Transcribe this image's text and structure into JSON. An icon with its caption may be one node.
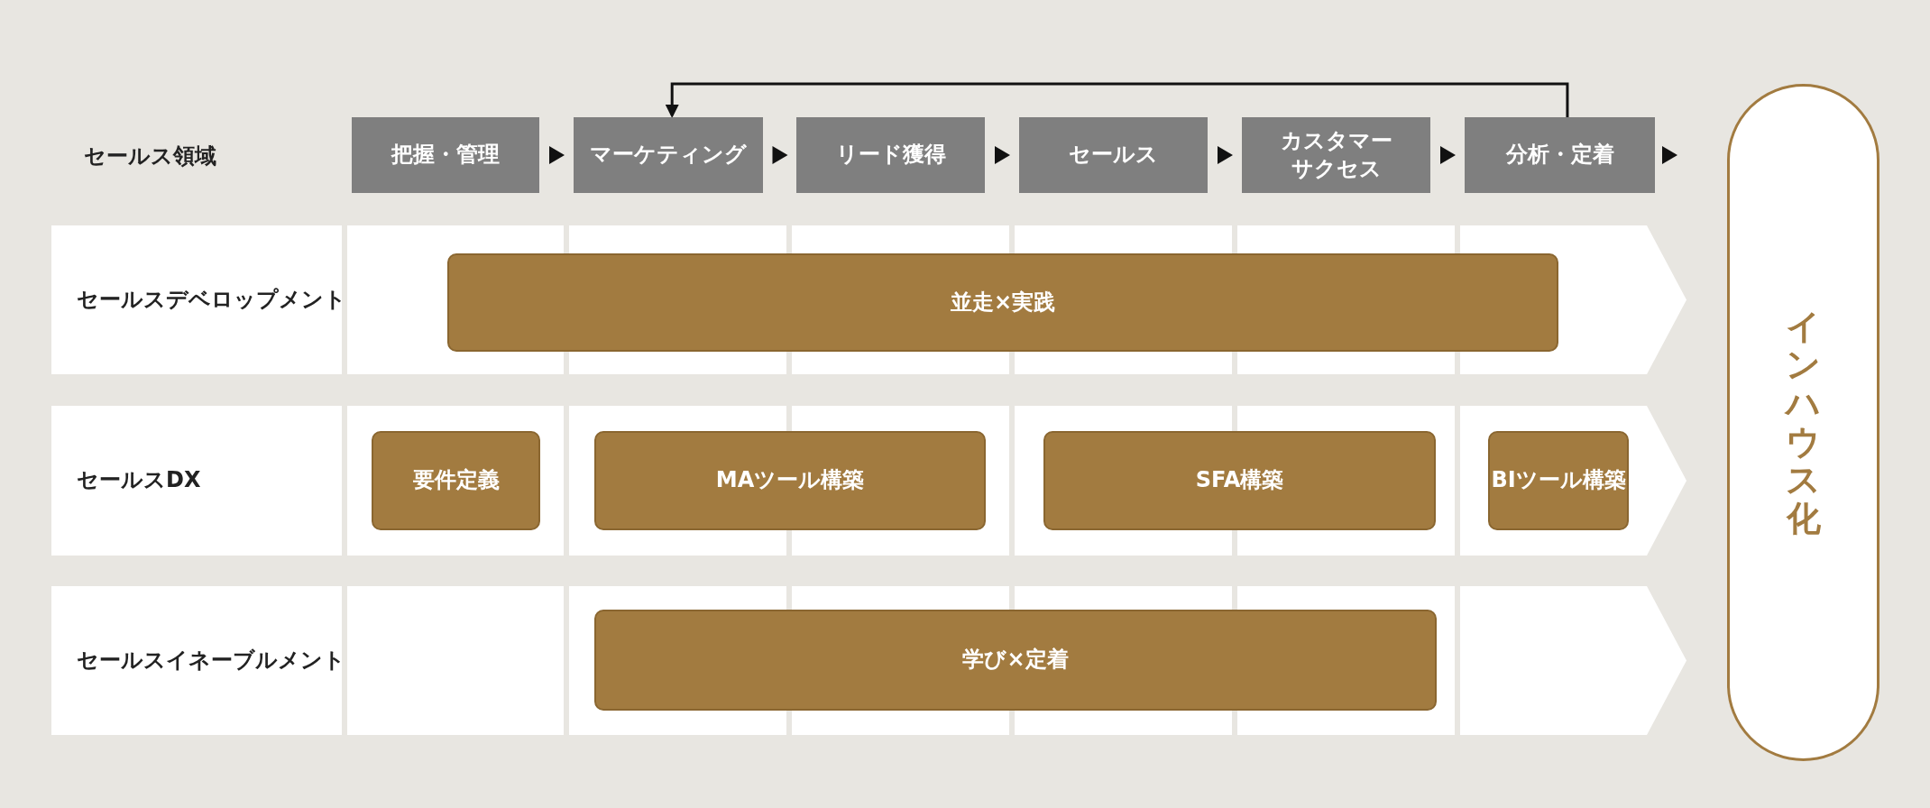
{
  "diagram": {
    "nodes": [
      {
        "text": [
          "把握・管理"
        ]
      },
      {
        "text": [
          "マーケティング"
        ]
      },
      {
        "text": [
          "リード獲得"
        ]
      },
      {
        "text": [
          "セールス"
        ]
      },
      {
        "text": [
          "カスタマーサクセス"
        ]
      },
      {
        "text": [
          "分析・定着"
        ]
      },
      {
        "text": [
          "インハウス化"
        ]
      },
      {
        "text": [
          "セールスデベロップメント"
        ]
      },
      {
        "text": [
          "並走×実践"
        ]
      },
      {
        "text": [
          "セールスDX"
        ]
      },
      {
        "text": [
          "要件定義"
        ]
      },
      {
        "text": [
          "MAツール構築"
        ]
      },
      {
        "text": [
          "SFA構築"
        ]
      },
      {
        "text": [
          "BIツール構築"
        ]
      },
      {
        "text": [
          "セールスイネーブルメント"
        ]
      },
      {
        "text": [
          "学び×定着"
        ]
      }
    ],
    "edges": [
      {
        "from": 0,
        "to": 1,
        "arrow": "to"
      },
      {
        "from": 1,
        "to": 2,
        "arrow": "to"
      },
      {
        "from": 2,
        "to": 3,
        "arrow": "to"
      },
      {
        "from": 3,
        "to": 4,
        "arrow": "to"
      },
      {
        "from": 4,
        "to": 5,
        "arrow": "to"
      },
      {
        "from": 5,
        "to": null,
        "arrow": "to"
      },
      {
        "from": 5,
        "to": 1,
        "arrow": "to"
      }
    ],
    "labels": [
      "セールス領域"
    ]
  }
}
